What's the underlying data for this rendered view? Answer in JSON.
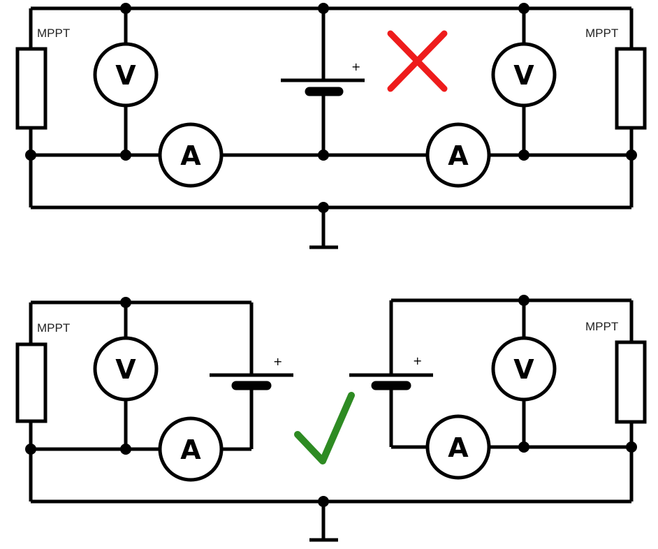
{
  "labels": {
    "mppt": "MPPT",
    "voltmeter": "V",
    "ammeter": "A",
    "plus": "+"
  },
  "colors": {
    "wrong": "#ee1c1c",
    "right": "#2e8b23"
  },
  "icons": {
    "wrong": "cross-icon",
    "right": "checkmark-icon"
  }
}
